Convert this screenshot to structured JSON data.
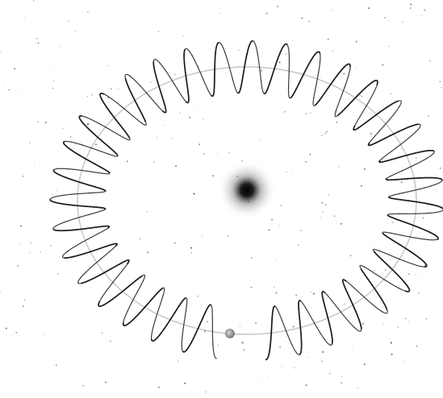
{
  "colors": {
    "background": "#ffffff",
    "coil_stroke": "#1a1a1a",
    "orbit_guide": "#c4c4c4",
    "star_core": "#000000",
    "star_glow": "#9a9a9a",
    "stars": "#5a5a5a",
    "small_body": "#8a8a8a"
  },
  "scene": {
    "coil_turns": 34,
    "has_gap": true,
    "elements": [
      "central-star",
      "helical-orbit-coil",
      "orbit-guide-ring",
      "small-orbiting-body",
      "starfield"
    ]
  }
}
